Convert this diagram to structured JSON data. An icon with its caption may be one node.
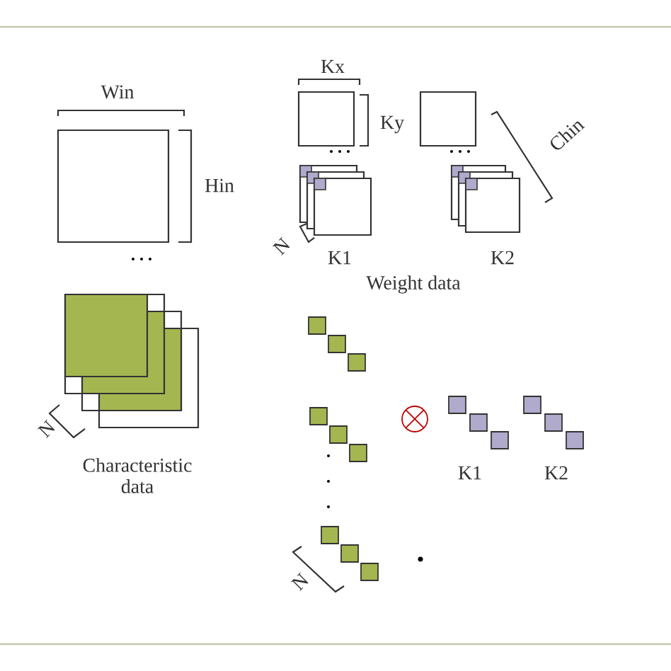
{
  "diagram": {
    "labels": [
      "Win",
      "Kx",
      "Ky",
      "Chin",
      "Hin",
      "N",
      "K1",
      "K2",
      "Weight data",
      "N",
      "Characteristic data",
      "K1",
      "K2",
      "N"
    ]
  }
}
